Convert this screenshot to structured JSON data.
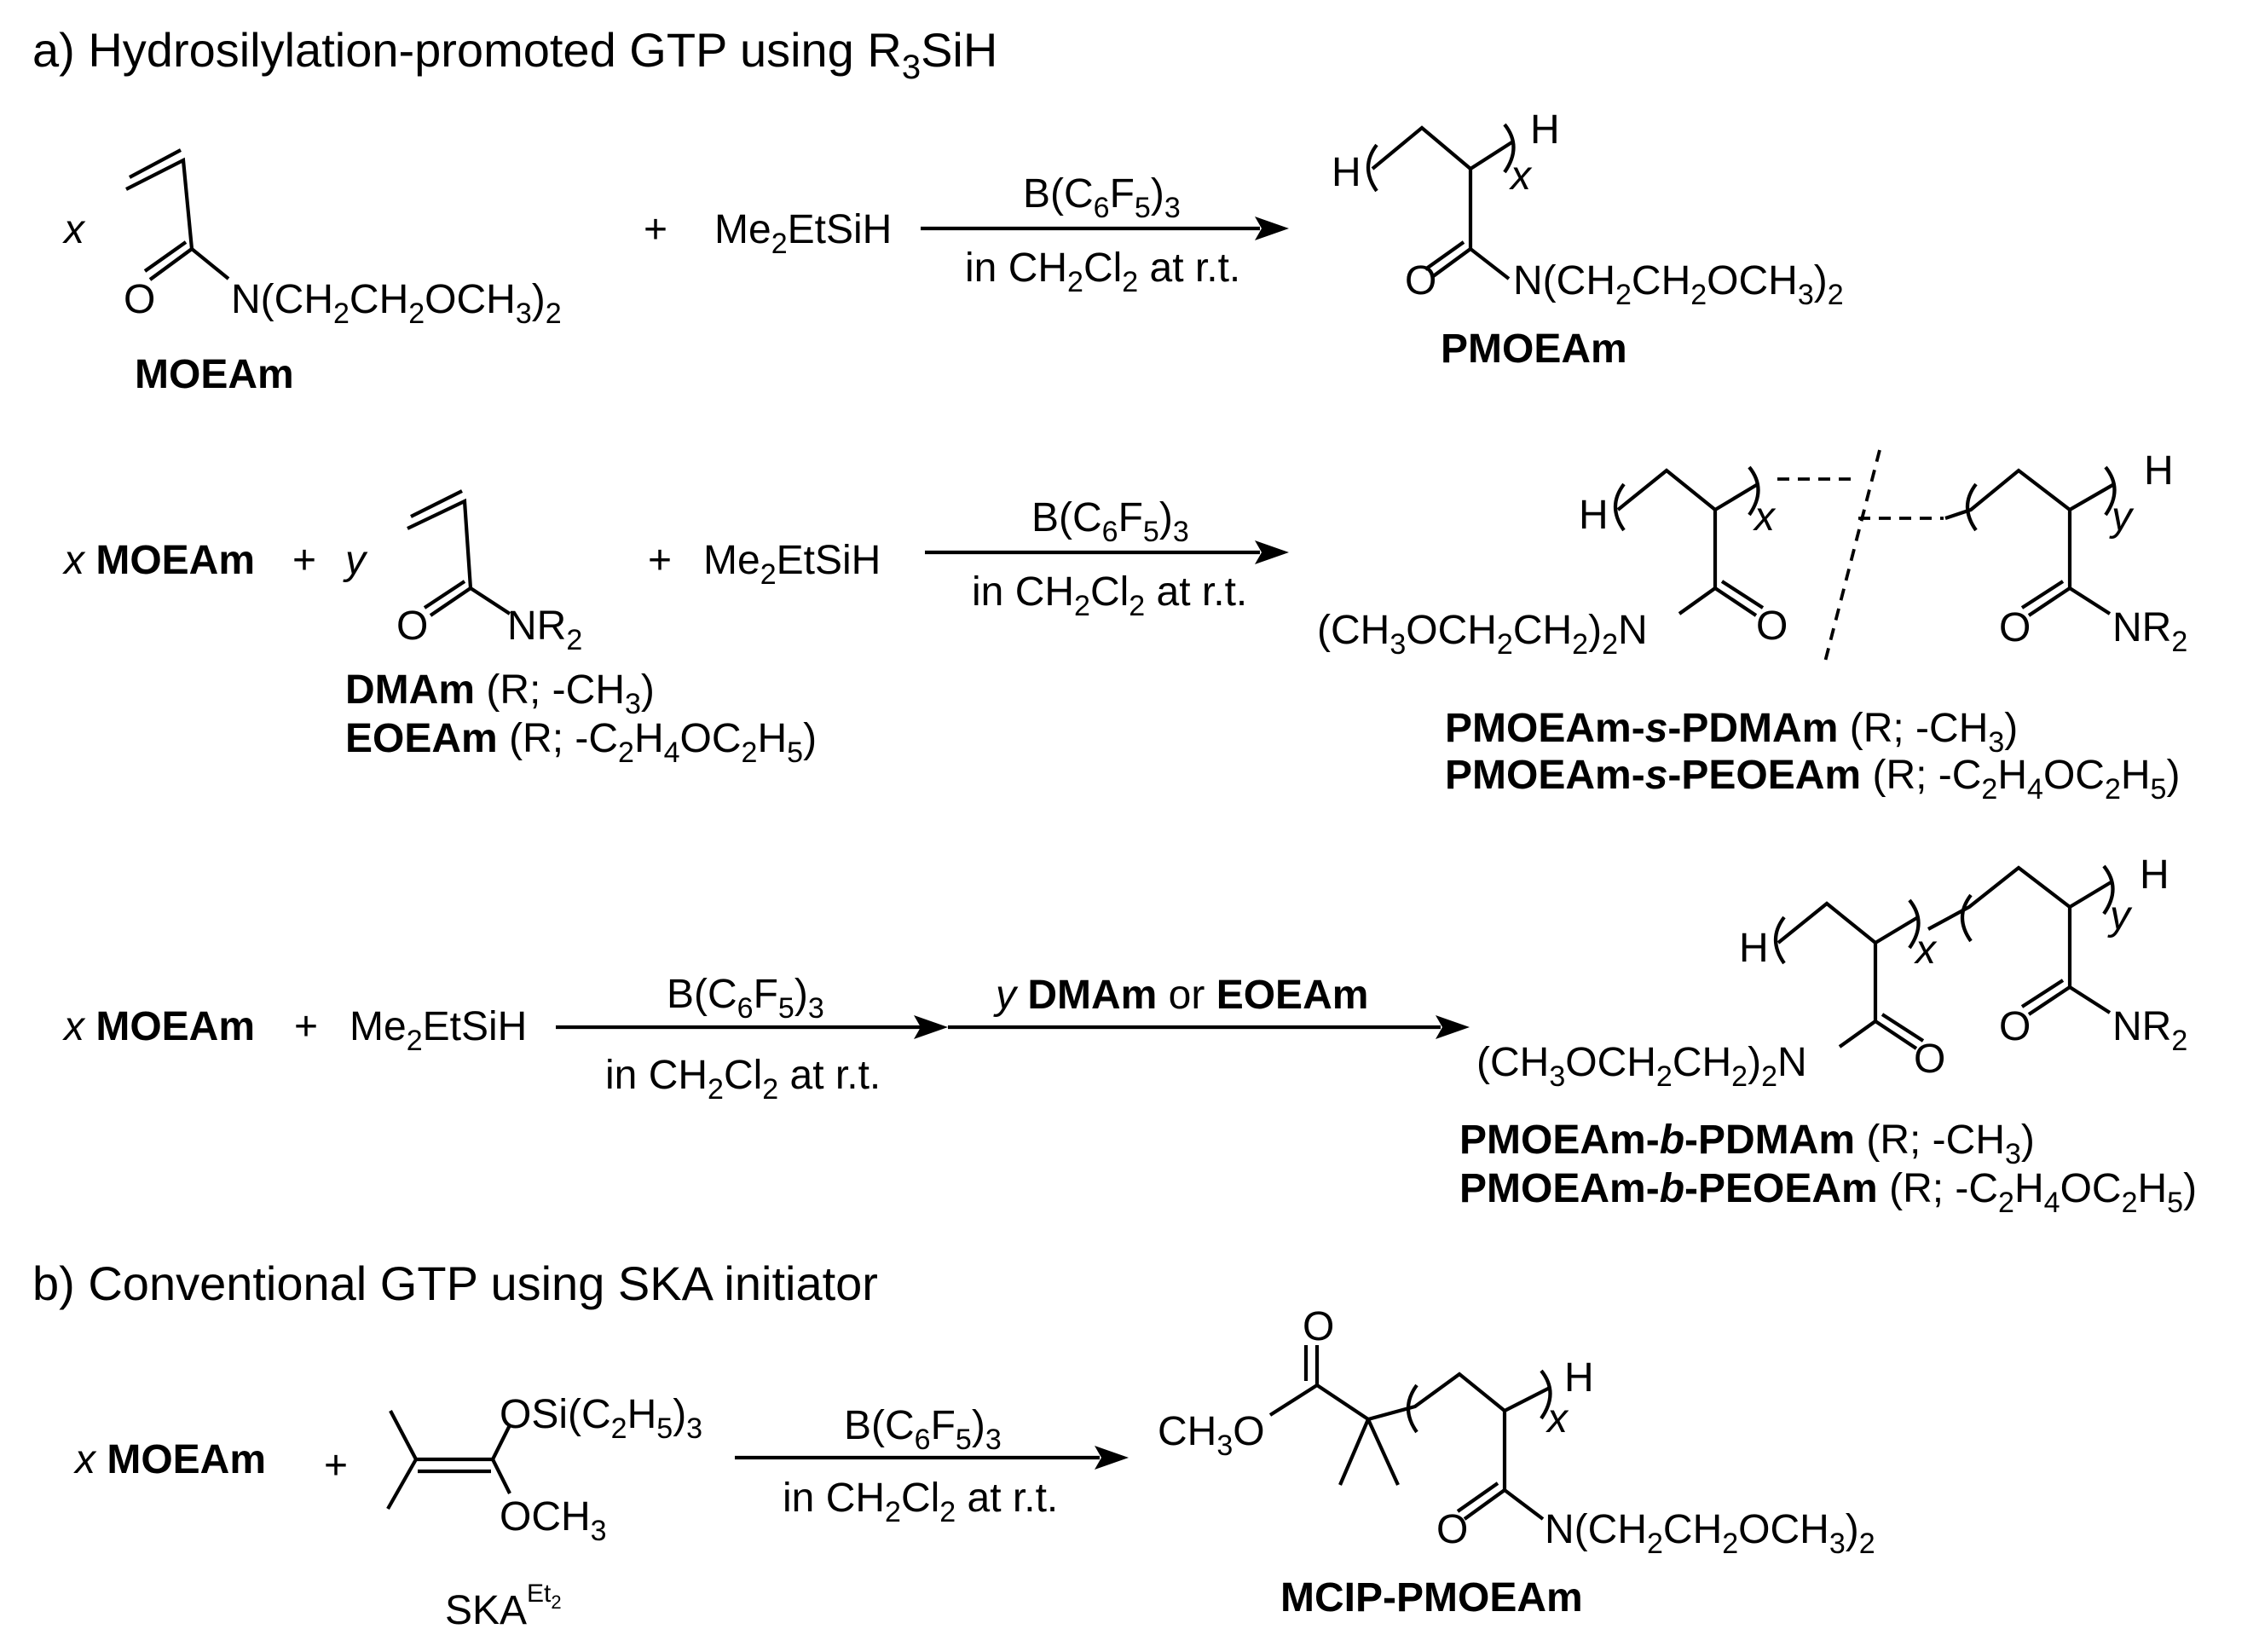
{
  "section_a": {
    "title_pre": "a) Hydrosilylation-promoted GTP using R",
    "title_sub": "3",
    "title_post": "SiH"
  },
  "section_b": {
    "title": "b) Conventional GTP using SKA initiator"
  },
  "common": {
    "x": "x",
    "y": "y",
    "plus": "+",
    "O": "O",
    "H": "H",
    "silane_pre": "Me",
    "silane_sub": "2",
    "silane_post": "EtSiH",
    "catalyst_pre": "B(C",
    "catalyst_sub1": "6",
    "catalyst_mid": "F",
    "catalyst_sub2": "5",
    "catalyst_post": ")",
    "catalyst_sub3": "3",
    "solvent_pre": "in CH",
    "solvent_sub1": "2",
    "solvent_mid": "Cl",
    "solvent_sub2": "2",
    "solvent_post": " at r.t.",
    "amide_sidechain": [
      "N(CH",
      "2",
      "CH",
      "2",
      "OCH",
      "3",
      ")",
      "2"
    ],
    "amide_sidechain_rev": [
      "(CH",
      "3",
      "OCH",
      "2",
      "CH",
      "2",
      ")",
      "2",
      "N"
    ],
    "nr2": [
      "NR",
      "2"
    ]
  },
  "reaction1": {
    "monomer_label": "MOEAm",
    "product_label": "PMOEAm"
  },
  "reaction2": {
    "monomer1": "MOEAm",
    "comonomer_label_1": "DMAm",
    "comonomer_note_1": [
      "(R; -CH",
      "3",
      ")"
    ],
    "comonomer_label_2": "EOEAm",
    "comonomer_note_2": [
      "(R; -C",
      "2",
      "H",
      "4",
      "OC",
      "2",
      "H",
      "5",
      ")"
    ],
    "product_1_a": "PMOEAm-",
    "product_1_b": "s",
    "product_1_c": "-PDMAm",
    "product_1_note": [
      "(R; -CH",
      "3",
      ")"
    ],
    "product_2_a": "PMOEAm-",
    "product_2_b": "s",
    "product_2_c": "-PEOEAm",
    "product_2_note": [
      "(R; -C",
      "2",
      "H",
      "4",
      "OC",
      "2",
      "H",
      "5",
      ")"
    ]
  },
  "reaction3": {
    "monomer1": "MOEAm",
    "second_step_y": "y",
    "second_step_1": "DMAm",
    "second_step_or": " or ",
    "second_step_2": "EOEAm",
    "product_1_a": "PMOEAm-",
    "product_1_b": "b",
    "product_1_c": "-PDMAm",
    "product_1_note": [
      "(R; -CH",
      "3",
      ")"
    ],
    "product_2_a": "PMOEAm-",
    "product_2_b": "b",
    "product_2_c": "-PEOEAm",
    "product_2_note": [
      "(R; -C",
      "2",
      "H",
      "4",
      "OC",
      "2",
      "H",
      "5",
      ")"
    ]
  },
  "reaction4": {
    "monomer1": "MOEAm",
    "ska_osi": [
      "OSi(C",
      "2",
      "H",
      "5",
      ")",
      "3"
    ],
    "ska_och3": [
      "OCH",
      "3"
    ],
    "ska_label": "SKA",
    "ska_sup": "Et",
    "ska_sup_sub": "2",
    "ester_ch3o": [
      "CH",
      "3",
      "O"
    ],
    "product_label": "MCIP-PMOEAm"
  }
}
